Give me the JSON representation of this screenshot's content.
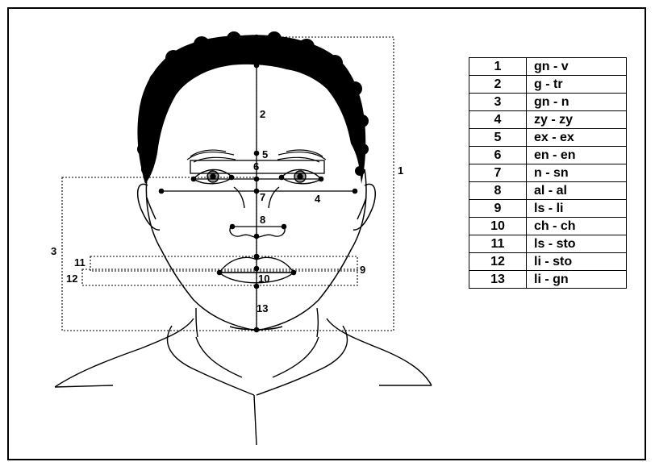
{
  "legend": [
    {
      "num": "1",
      "pair": "gn - v"
    },
    {
      "num": "2",
      "pair": "g - tr"
    },
    {
      "num": "3",
      "pair": "gn - n"
    },
    {
      "num": "4",
      "pair": "zy - zy"
    },
    {
      "num": "5",
      "pair": "ex - ex"
    },
    {
      "num": "6",
      "pair": "en - en"
    },
    {
      "num": "7",
      "pair": "n - sn"
    },
    {
      "num": "8",
      "pair": "al - al"
    },
    {
      "num": "9",
      "pair": "ls - li"
    },
    {
      "num": "10",
      "pair": "ch - ch"
    },
    {
      "num": "11",
      "pair": "ls - sto"
    },
    {
      "num": "12",
      "pair": "li - sto"
    },
    {
      "num": "13",
      "pair": "li - gn"
    }
  ],
  "diagram_labels": {
    "l1": "1",
    "l2": "2",
    "l3": "3",
    "l4": "4",
    "l5": "5",
    "l6": "6",
    "l7": "7",
    "l8": "8",
    "l9": "9",
    "l10": "10",
    "l11": "11",
    "l12": "12",
    "l13": "13"
  },
  "icons": {
    "face": "face-outline-illustration",
    "hair": "curly-hair-illustration",
    "landmark": "landmark-dot"
  }
}
